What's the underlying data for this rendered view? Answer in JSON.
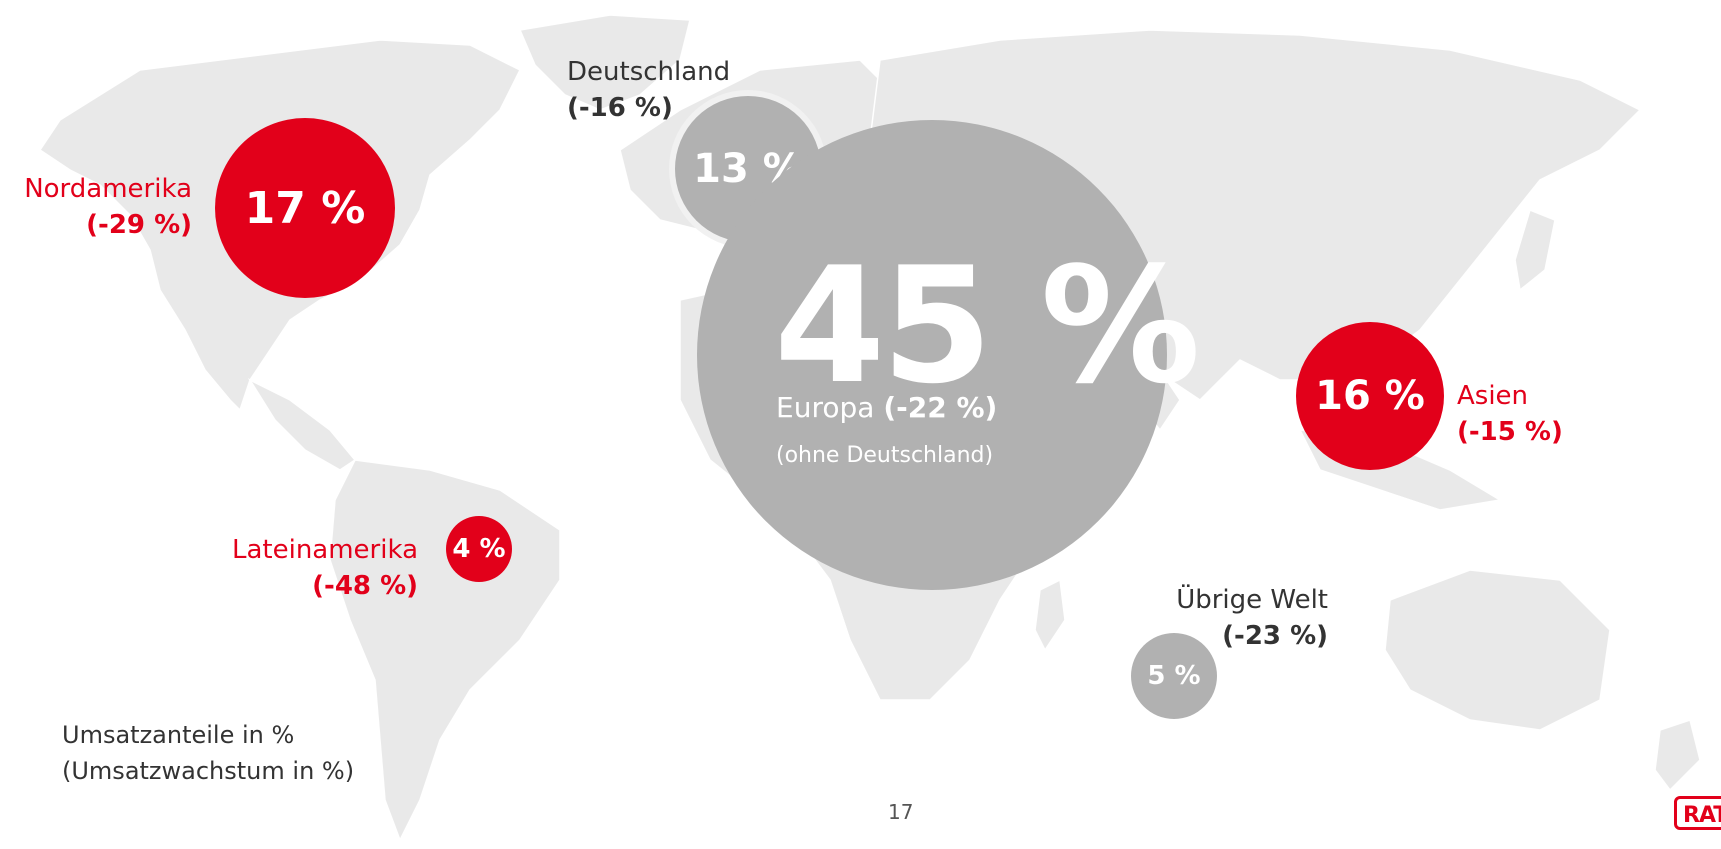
{
  "map_type": "world map, greyscale with region bubbles",
  "colors": {
    "red": "#e2001a",
    "grey": "#b1b1b1",
    "land": "#e9e9e9"
  },
  "regions": [
    {
      "key": "nordamerika",
      "name": "Nordamerika",
      "share": "17 %",
      "growth": "(-29 %)",
      "color": "red"
    },
    {
      "key": "deutschland",
      "name": "Deutschland",
      "share": "13 %",
      "growth": "(-16 %)",
      "color": "grey"
    },
    {
      "key": "europa",
      "name": "Europa",
      "share": "45 %",
      "growth": "(-22 %)",
      "note": "(ohne Deutschland)",
      "color": "grey"
    },
    {
      "key": "asien",
      "name": "Asien",
      "share": "16 %",
      "growth": "(-15 %)",
      "color": "red"
    },
    {
      "key": "lateinamerika",
      "name": "Lateinamerika",
      "share": "4 %",
      "growth": "(-48 %)",
      "color": "red"
    },
    {
      "key": "uebrige",
      "name": "Übrige Welt",
      "share": "5 %",
      "growth": "(-23 %)",
      "color": "grey"
    }
  ],
  "legend": {
    "line1": "Umsatzanteile in %",
    "line2": "(Umsatzwachstum in %)"
  },
  "page_number": "17",
  "logo_text": "RAT"
}
